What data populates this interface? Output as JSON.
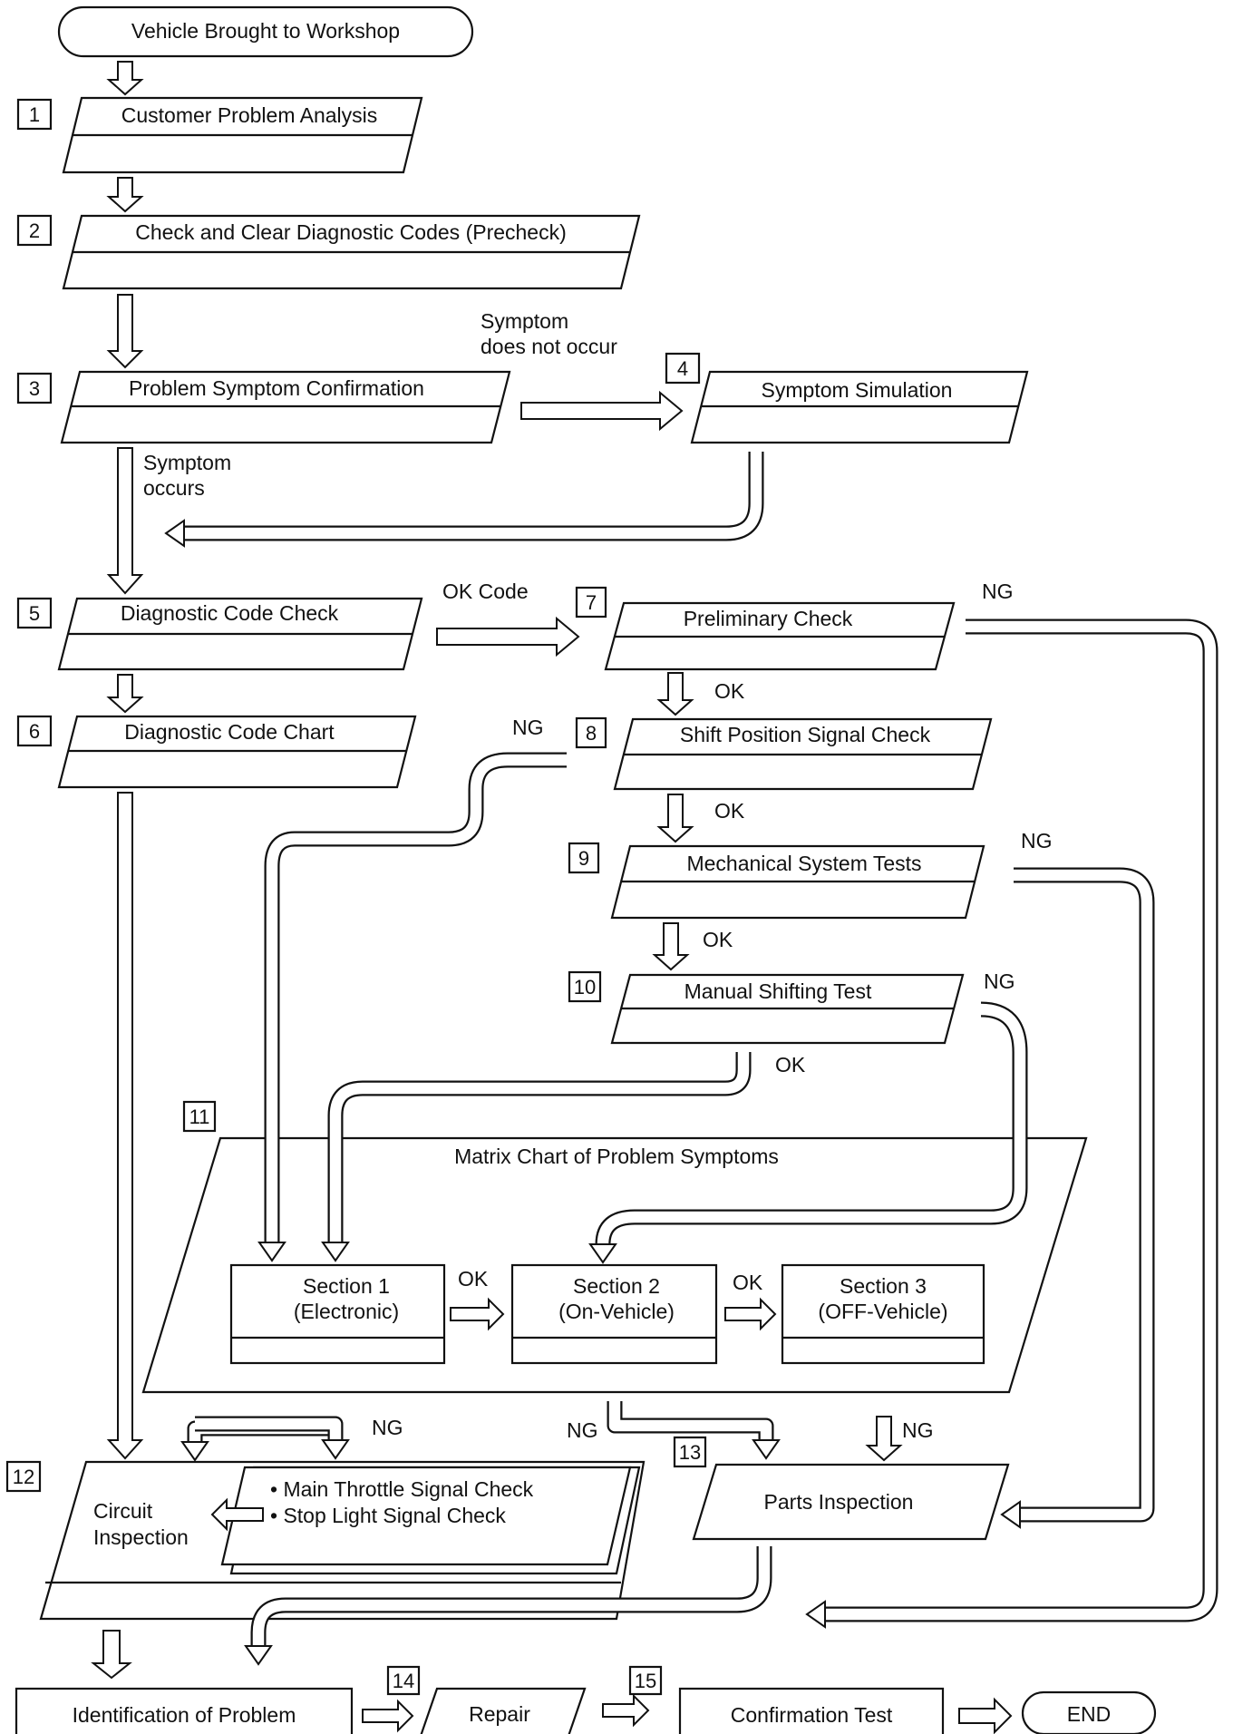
{
  "steps": {
    "start": "Vehicle Brought to Workshop",
    "s1": {
      "num": "1",
      "label": "Customer Problem Analysis"
    },
    "s2": {
      "num": "2",
      "label": "Check and Clear Diagnostic Codes (Precheck)"
    },
    "s3": {
      "num": "3",
      "label": "Problem Symptom Confirmation"
    },
    "s4": {
      "num": "4",
      "label": "Symptom Simulation"
    },
    "s5": {
      "num": "5",
      "label": "Diagnostic Code Check"
    },
    "s6": {
      "num": "6",
      "label": "Diagnostic Code Chart"
    },
    "s7": {
      "num": "7",
      "label": "Preliminary Check"
    },
    "s8": {
      "num": "8",
      "label": "Shift Position Signal Check"
    },
    "s9": {
      "num": "9",
      "label": "Mechanical System Tests"
    },
    "s10": {
      "num": "10",
      "label": "Manual Shifting Test"
    },
    "s11": {
      "num": "11",
      "label": "Matrix Chart of Problem Symptoms"
    },
    "sec1": {
      "title": "Section  1",
      "sub": "(Electronic)"
    },
    "sec2": {
      "title": "Section  2",
      "sub": "(On-Vehicle)"
    },
    "sec3": {
      "title": "Section  3",
      "sub": "(OFF-Vehicle)"
    },
    "s12": {
      "num": "12",
      "line1": "Circuit",
      "line2": "Inspection",
      "check1": "• Main Throttle Signal Check",
      "check2": "• Stop Light Signal Check"
    },
    "s13": {
      "num": "13",
      "label": "Parts Inspection"
    },
    "identify": "Identification of Problem",
    "s14": {
      "num": "14",
      "label": "Repair"
    },
    "s15": {
      "num": "15",
      "label": "Confirmation Test"
    },
    "end": "END"
  },
  "labels": {
    "no_symptom_1": "Symptom",
    "no_symptom_2": "does not occur",
    "symptom_1": "Symptom",
    "symptom_2": "occurs",
    "ok_code": "OK Code",
    "ok": "OK",
    "ng": "NG"
  }
}
